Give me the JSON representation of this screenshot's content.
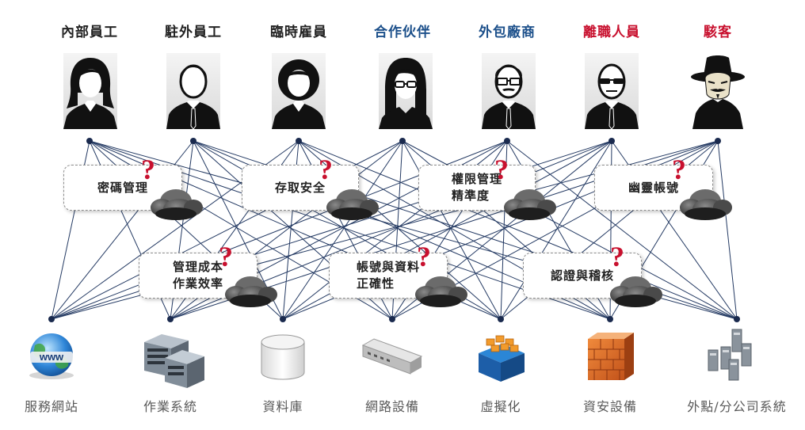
{
  "colors": {
    "line": "#243a63",
    "dot": "#1a2a4e",
    "internal": "#222222",
    "partner": "#1b4f8a",
    "risk": "#c8102e"
  },
  "roles": [
    {
      "label": "內部員工",
      "tone": "internal",
      "icon": "woman-avatar-icon"
    },
    {
      "label": "駐外員工",
      "tone": "internal",
      "icon": "man-avatar-icon"
    },
    {
      "label": "臨時雇員",
      "tone": "internal",
      "icon": "woman-curly-avatar-icon"
    },
    {
      "label": "合作伙伴",
      "tone": "partner",
      "icon": "woman-glasses-avatar-icon"
    },
    {
      "label": "外包廠商",
      "tone": "partner",
      "icon": "man-glasses-avatar-icon"
    },
    {
      "label": "離職人員",
      "tone": "risk",
      "icon": "bald-sunglasses-avatar-icon"
    },
    {
      "label": "駭客",
      "tone": "risk",
      "icon": "hacker-mask-icon"
    }
  ],
  "systems": [
    {
      "label": "服務網站",
      "icon": "www-globe-icon",
      "globe_text": "www"
    },
    {
      "label": "作業系統",
      "icon": "server-rack-icon"
    },
    {
      "label": "資料庫",
      "icon": "database-icon"
    },
    {
      "label": "網路設備",
      "icon": "network-switch-icon"
    },
    {
      "label": "虛擬化",
      "icon": "virtualization-stack-icon"
    },
    {
      "label": "資安設備",
      "icon": "firewall-icon"
    },
    {
      "label": "外點/分公司系統",
      "icon": "branch-servers-icon"
    }
  ],
  "concerns": [
    {
      "lines": [
        "密碼管理"
      ],
      "mark": "?"
    },
    {
      "lines": [
        "存取安全"
      ],
      "mark": "?"
    },
    {
      "lines": [
        "權限管理",
        "精準度"
      ],
      "mark": "?"
    },
    {
      "lines": [
        "幽靈帳號"
      ],
      "mark": "?"
    },
    {
      "lines": [
        "管理成本",
        "作業效率"
      ],
      "mark": "?"
    },
    {
      "lines": [
        "帳號與資料",
        "正確性"
      ],
      "mark": "?"
    },
    {
      "lines": [
        "認證與稽核"
      ],
      "mark": "?"
    }
  ]
}
